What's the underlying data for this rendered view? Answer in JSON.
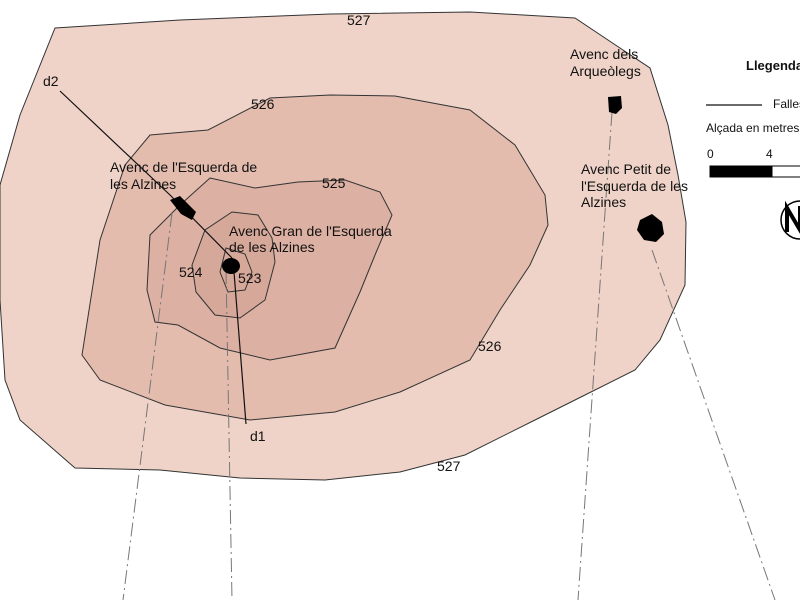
{
  "colors": {
    "level_527": "#efd3c8",
    "level_526": "#e3bcae",
    "level_525": "#dcb0a2",
    "level_524": "#d6a899",
    "outline": "#333333",
    "cave_fill": "#000000"
  },
  "contours": {
    "c527_top": "527",
    "c527_bottom": "527",
    "c526_top": "526",
    "c526_right": "526",
    "c525": "525",
    "c524": "524",
    "c523": "523"
  },
  "faults": {
    "d1": "d1",
    "d2": "d2"
  },
  "caves": {
    "arqueolegs": [
      "Avenc dels",
      "Arqueòlegs"
    ],
    "petit": [
      "Avenc Petit de",
      "l'Esquerda de les",
      "Alzines"
    ],
    "esquerda": [
      "Avenc de l'Esquerda de",
      "les Alzines"
    ],
    "gran": [
      "Avenc Gran de l'Esquerda",
      "de les Alzines"
    ]
  },
  "legend": {
    "title": "Llegenda",
    "fault_label": "Falles",
    "height_label": "Alçada en metres",
    "scale_0": "0",
    "scale_4": "4"
  },
  "icons": {
    "north": "north-arrow-icon"
  }
}
